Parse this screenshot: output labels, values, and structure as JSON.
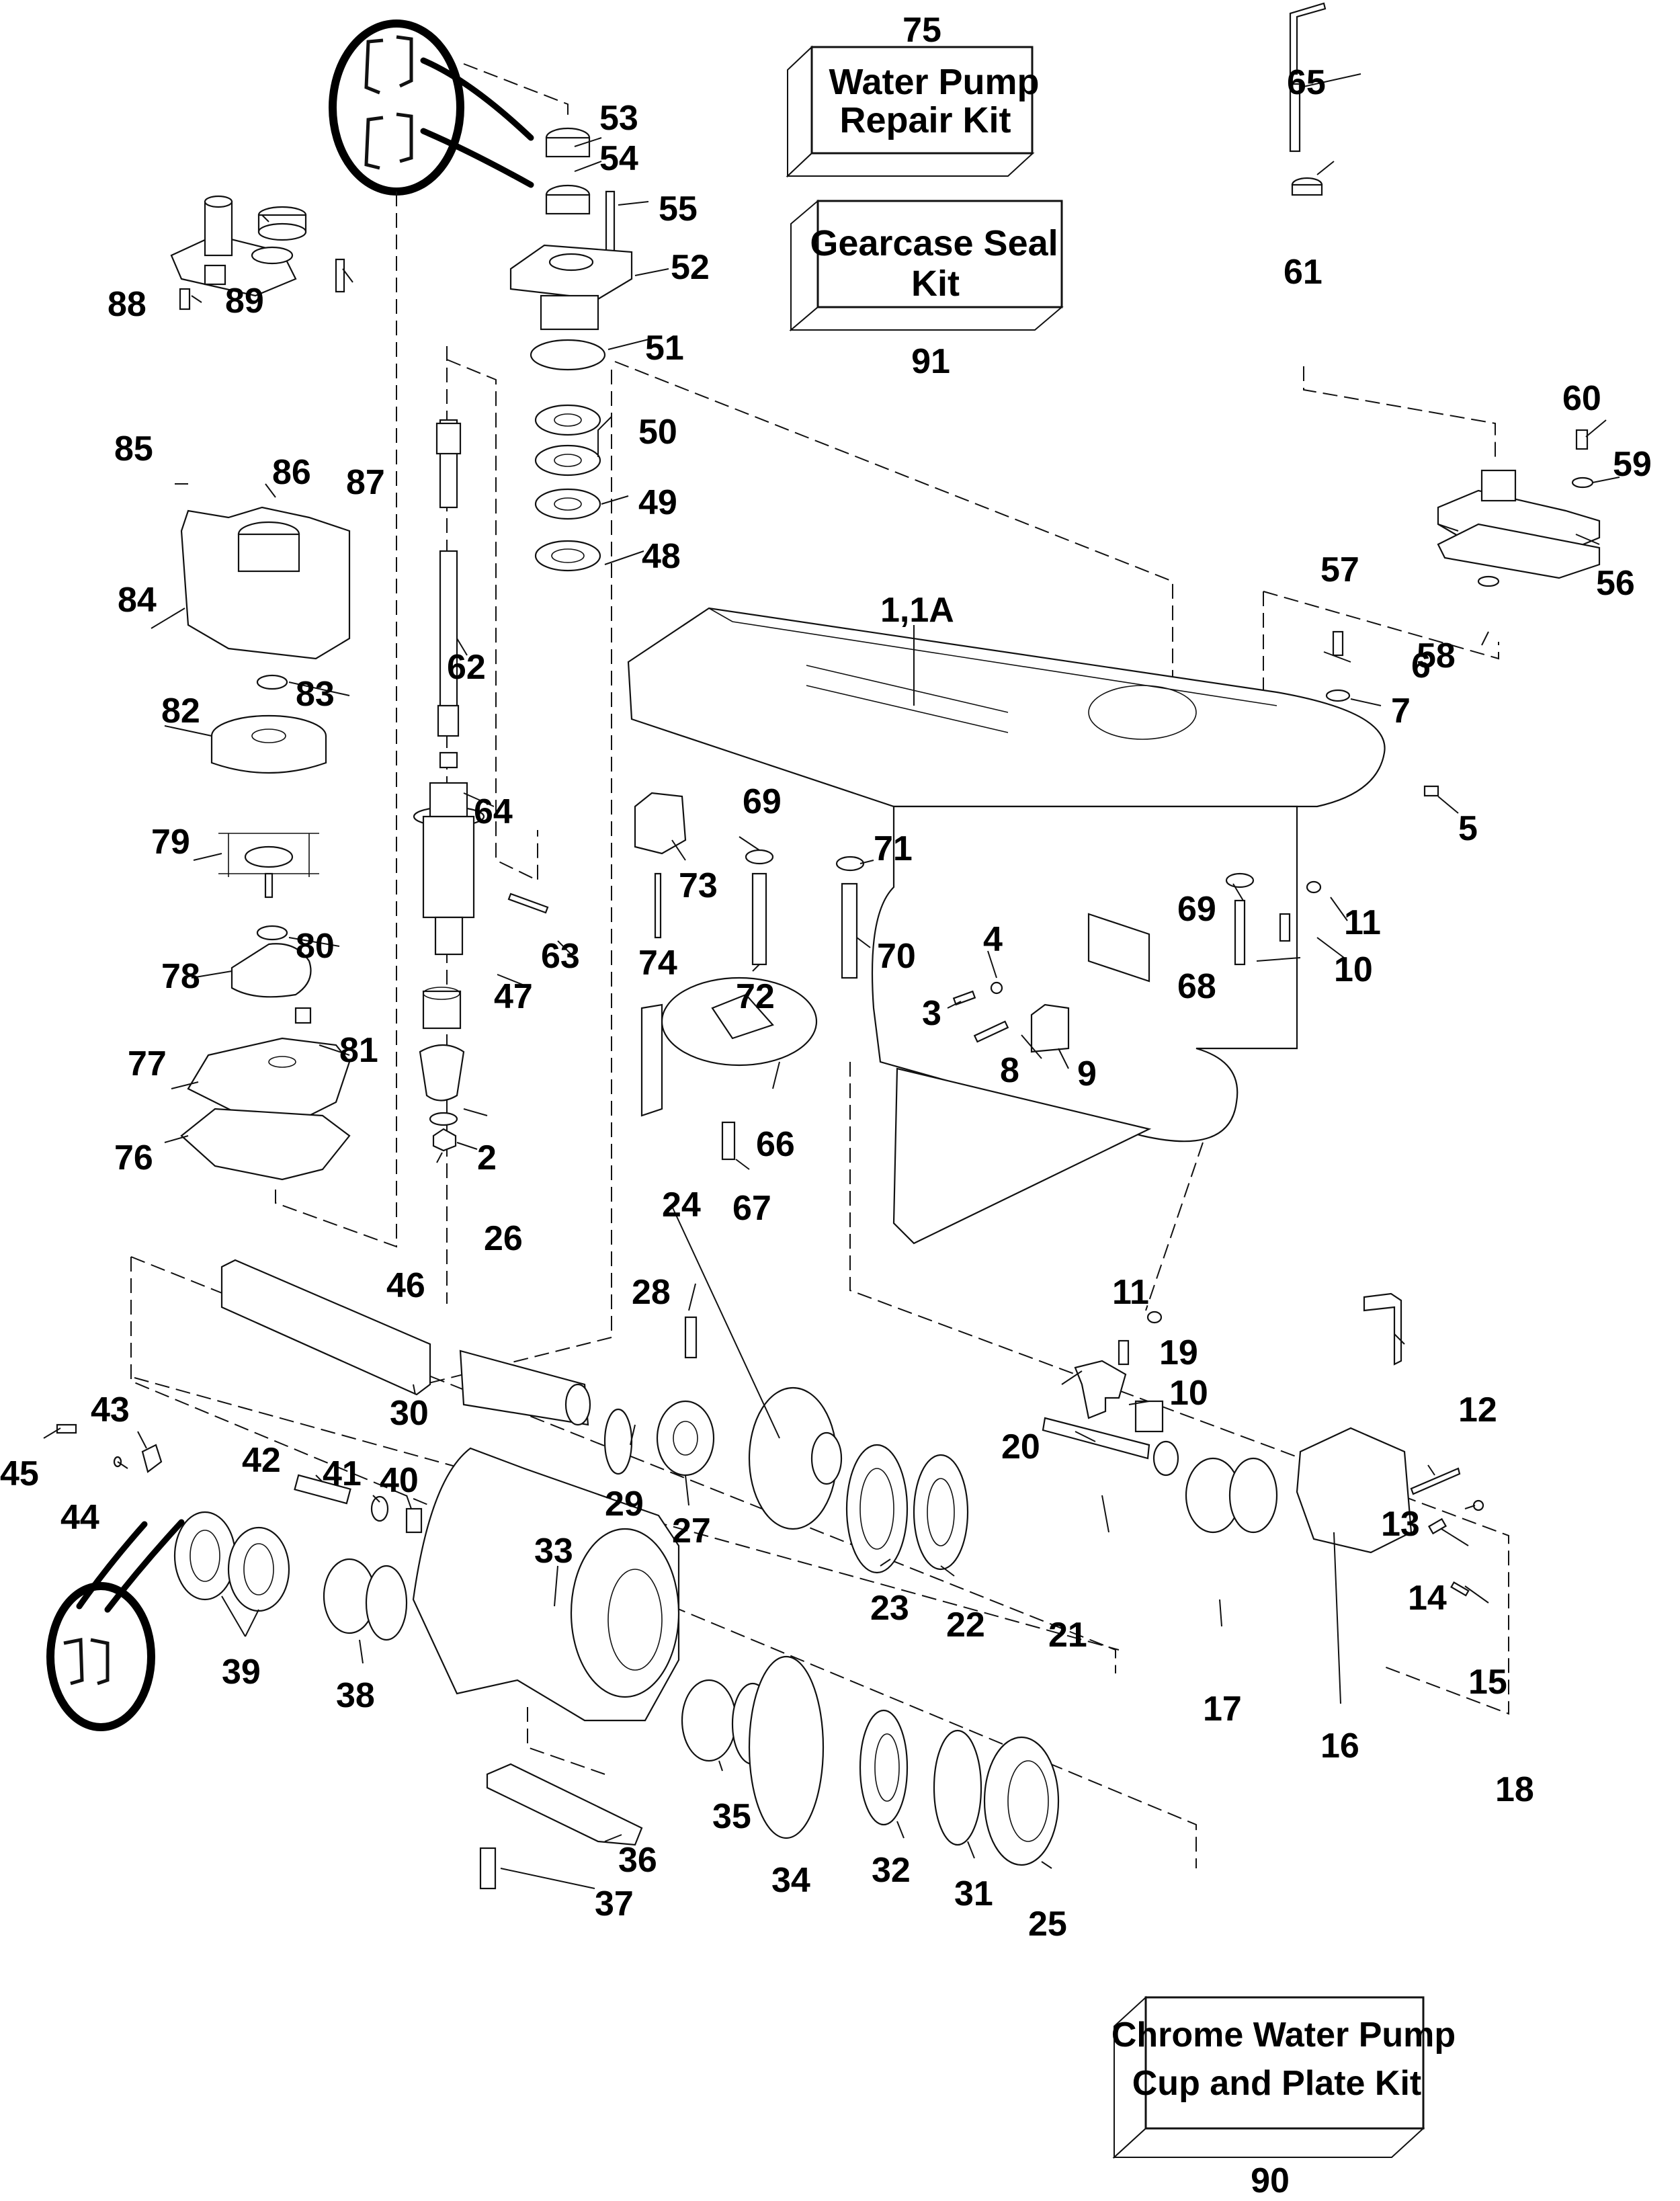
{
  "diagram": {
    "title": "Gearcase exploded parts diagram",
    "kits": [
      {
        "id": "water-pump-repair-kit",
        "number": "75",
        "lines": [
          "Water Pump",
          "Repair Kit"
        ]
      },
      {
        "id": "gearcase-seal-kit",
        "number": "91",
        "lines": [
          "Gearcase Seal",
          "Kit"
        ]
      },
      {
        "id": "chrome-water-pump-kit",
        "number": "90",
        "lines": [
          "Chrome Water Pump",
          "Cup and Plate Kit"
        ]
      }
    ],
    "callouts": [
      {
        "label": "1,1A",
        "part": "gearcase-housing"
      },
      {
        "label": "2",
        "part": "needle-bearing"
      },
      {
        "label": "3",
        "part": "screw"
      },
      {
        "label": "4",
        "part": "washer"
      },
      {
        "label": "5",
        "part": "fitting"
      },
      {
        "label": "6",
        "part": "bolt"
      },
      {
        "label": "7",
        "part": "washer"
      },
      {
        "label": "8",
        "part": "screw"
      },
      {
        "label": "9",
        "part": "anode-block"
      },
      {
        "label": "10",
        "part": "drain-screw-upper"
      },
      {
        "label": "10",
        "part": "drain-screw-lower"
      },
      {
        "label": "11",
        "part": "seal-washer-upper"
      },
      {
        "label": "11",
        "part": "seal-washer-lower"
      },
      {
        "label": "12",
        "part": "shift-lever"
      },
      {
        "label": "13",
        "part": "pin"
      },
      {
        "label": "14",
        "part": "ball"
      },
      {
        "label": "15",
        "part": "spring"
      },
      {
        "label": "16",
        "part": "shift-housing"
      },
      {
        "label": "17",
        "part": "needle-bearing"
      },
      {
        "label": "18",
        "part": "pin"
      },
      {
        "label": "19",
        "part": "detent"
      },
      {
        "label": "20",
        "part": "cradle"
      },
      {
        "label": "21",
        "part": "shift-shaft"
      },
      {
        "label": "22",
        "part": "thrust-washer"
      },
      {
        "label": "23",
        "part": "thrust-bearing"
      },
      {
        "label": "24",
        "part": "forward-gear"
      },
      {
        "label": "25",
        "part": "reverse-gear"
      },
      {
        "label": "26",
        "part": "washer"
      },
      {
        "label": "27",
        "part": "clutch-dog"
      },
      {
        "label": "28",
        "part": "pin"
      },
      {
        "label": "29",
        "part": "retaining-spring"
      },
      {
        "label": "30",
        "part": "propeller-shaft"
      },
      {
        "label": "31",
        "part": "thrust-bearing"
      },
      {
        "label": "32",
        "part": "thrust-washer"
      },
      {
        "label": "33",
        "part": "bearing-housing"
      },
      {
        "label": "34",
        "part": "o-ring"
      },
      {
        "label": "35",
        "part": "needle-bearing"
      },
      {
        "label": "36",
        "part": "retainer"
      },
      {
        "label": "37",
        "part": "screw"
      },
      {
        "label": "38",
        "part": "needle-bearing"
      },
      {
        "label": "39",
        "part": "seals"
      },
      {
        "label": "40",
        "part": "tab-washer"
      },
      {
        "label": "41",
        "part": "washer"
      },
      {
        "label": "42",
        "part": "screw"
      },
      {
        "label": "43",
        "part": "clip"
      },
      {
        "label": "44",
        "part": "washer"
      },
      {
        "label": "45",
        "part": "screw"
      },
      {
        "label": "46",
        "part": "nut"
      },
      {
        "label": "47",
        "part": "pinion-bearing-housing"
      },
      {
        "label": "48",
        "part": "thrust-bearing"
      },
      {
        "label": "49",
        "part": "thrust-washer"
      },
      {
        "label": "50",
        "part": "shims"
      },
      {
        "label": "51",
        "part": "o-ring"
      },
      {
        "label": "52",
        "part": "seal-housing"
      },
      {
        "label": "53",
        "part": "seal"
      },
      {
        "label": "54",
        "part": "seal"
      },
      {
        "label": "55",
        "part": "screw"
      },
      {
        "label": "56",
        "part": "gasket"
      },
      {
        "label": "57",
        "part": "shift-rod-cover"
      },
      {
        "label": "58",
        "part": "washer"
      },
      {
        "label": "59",
        "part": "washer"
      },
      {
        "label": "60",
        "part": "screw"
      },
      {
        "label": "61",
        "part": "seal"
      },
      {
        "label": "62",
        "part": "driveshaft"
      },
      {
        "label": "63",
        "part": "pin"
      },
      {
        "label": "64",
        "part": "bushing"
      },
      {
        "label": "65",
        "part": "shift-rod"
      },
      {
        "label": "66",
        "part": "trim-tab"
      },
      {
        "label": "67",
        "part": "screw"
      },
      {
        "label": "68",
        "part": "screw"
      },
      {
        "label": "69",
        "part": "washer-left"
      },
      {
        "label": "69",
        "part": "washer-right"
      },
      {
        "label": "70",
        "part": "screw"
      },
      {
        "label": "71",
        "part": "washer"
      },
      {
        "label": "72",
        "part": "screw"
      },
      {
        "label": "73",
        "part": "anode"
      },
      {
        "label": "74",
        "part": "screw"
      },
      {
        "label": "76",
        "part": "gasket"
      },
      {
        "label": "77",
        "part": "plate"
      },
      {
        "label": "78",
        "part": "seal"
      },
      {
        "label": "79",
        "part": "impeller"
      },
      {
        "label": "80",
        "part": "o-ring"
      },
      {
        "label": "81",
        "part": "key"
      },
      {
        "label": "82",
        "part": "impeller-cup"
      },
      {
        "label": "83",
        "part": "o-ring"
      },
      {
        "label": "84",
        "part": "pump-housing"
      },
      {
        "label": "85",
        "part": "grommet"
      },
      {
        "label": "86",
        "part": "housing-cover"
      },
      {
        "label": "87",
        "part": "screw"
      },
      {
        "label": "88",
        "part": "screw"
      },
      {
        "label": "89",
        "part": "grommet"
      }
    ]
  }
}
